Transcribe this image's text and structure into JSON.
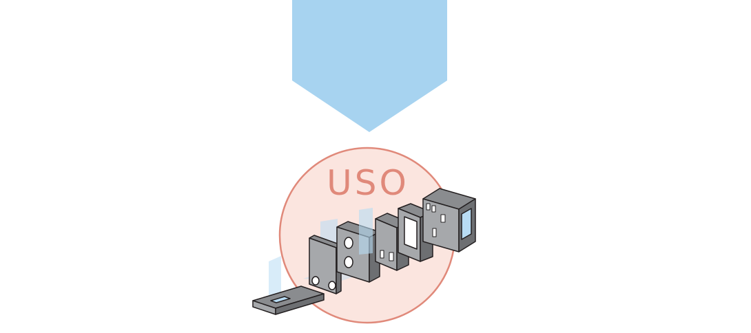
{
  "diagram": {
    "label": "USO",
    "colors": {
      "arrow": "#a7d3f0",
      "circle_fill": "#fbe5df",
      "circle_stroke": "#e0897a",
      "label": "#e0897a",
      "block_front": "#a6a8ab",
      "block_side": "#6d6f72",
      "block_top": "#8a8c8f",
      "outline": "#231f20",
      "glass": "#b8dcf4"
    },
    "parts": [
      {
        "name": "base-plate"
      },
      {
        "name": "plate-with-holes"
      },
      {
        "name": "block-with-circles"
      },
      {
        "name": "wall-with-windows"
      },
      {
        "name": "frame-with-opening"
      },
      {
        "name": "box-module"
      }
    ]
  }
}
